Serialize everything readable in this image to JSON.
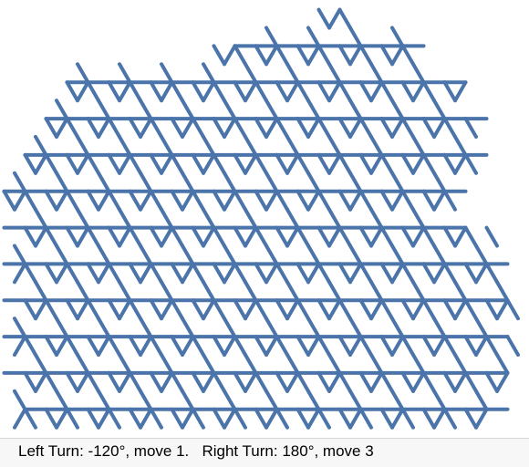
{
  "caption": "Left Turn: -120°, move 1.   Right Turn: 180°, move 3",
  "colors": {
    "stroke": "#4a74aa",
    "background": "#ffffff",
    "caption_bar": "#f7f7f7"
  },
  "figure": {
    "tile_shapes": [
      "hexagon",
      "triangle"
    ],
    "pattern": "trihexagonal tiling drawn as a turtle-graphics path"
  }
}
